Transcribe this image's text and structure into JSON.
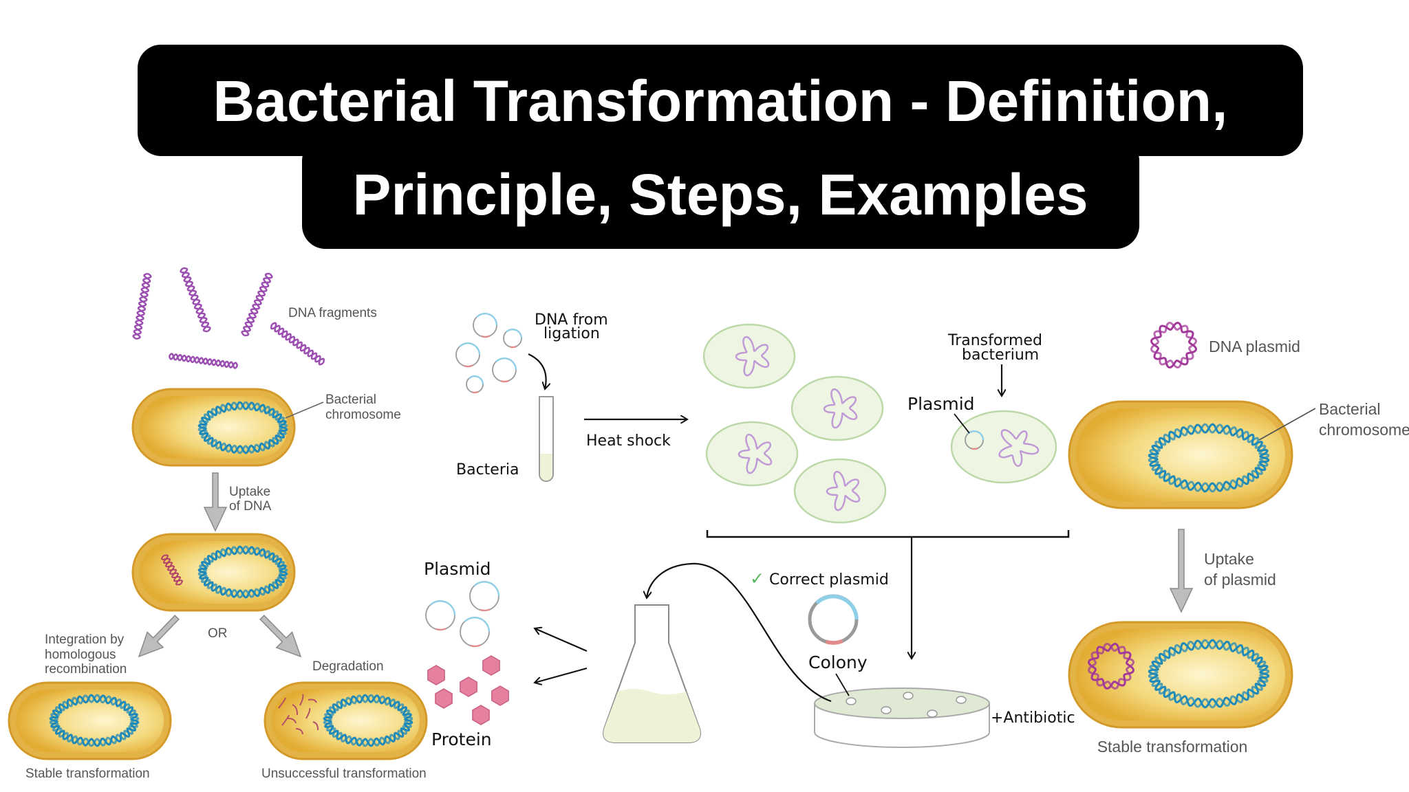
{
  "title": {
    "line1": "Bacterial Transformation - Definition,",
    "line2": "Principle, Steps, Examples"
  },
  "left_panel": {
    "dna_fragments": "DNA fragments",
    "bacterial_chromosome": [
      "Bacterial",
      "chromosome"
    ],
    "uptake": [
      "Uptake",
      "of DNA"
    ],
    "or": "OR",
    "integration": [
      "Integration by",
      "homologous",
      "recombination"
    ],
    "degradation": "Degradation",
    "stable": "Stable transformation",
    "unsuccessful": "Unsuccessful transformation"
  },
  "middle_panel": {
    "dna_from_ligation": [
      "DNA from",
      "ligation"
    ],
    "bacteria": "Bacteria",
    "heat_shock": "Heat shock",
    "transformed_bacterium": [
      "Transformed",
      "bacterium"
    ],
    "plasmid_label": "Plasmid",
    "correct_plasmid_check": "✓",
    "correct_plasmid": "Correct plasmid",
    "colony": "Colony",
    "antibiotic": "+Antibiotic",
    "plasmid_products": "Plasmid",
    "protein": "Protein"
  },
  "right_panel": {
    "dna_plasmid": "DNA plasmid",
    "bacterial_chromosome": [
      "Bacterial",
      "chromosome"
    ],
    "uptake": [
      "Uptake",
      "of plasmid"
    ],
    "stable": "Stable transformation"
  },
  "colors": {
    "title_bg": "#000000",
    "cell_wall": "#d9a12c",
    "cell_inner": "#f6e39a",
    "chromosome": "#1f8ab9",
    "dna_fragment": "#9b4fb0",
    "plasmid_magenta": "#a2389a",
    "green_cell": "#eef5e2",
    "protein": "#e5809f",
    "check": "#5cb85c"
  }
}
